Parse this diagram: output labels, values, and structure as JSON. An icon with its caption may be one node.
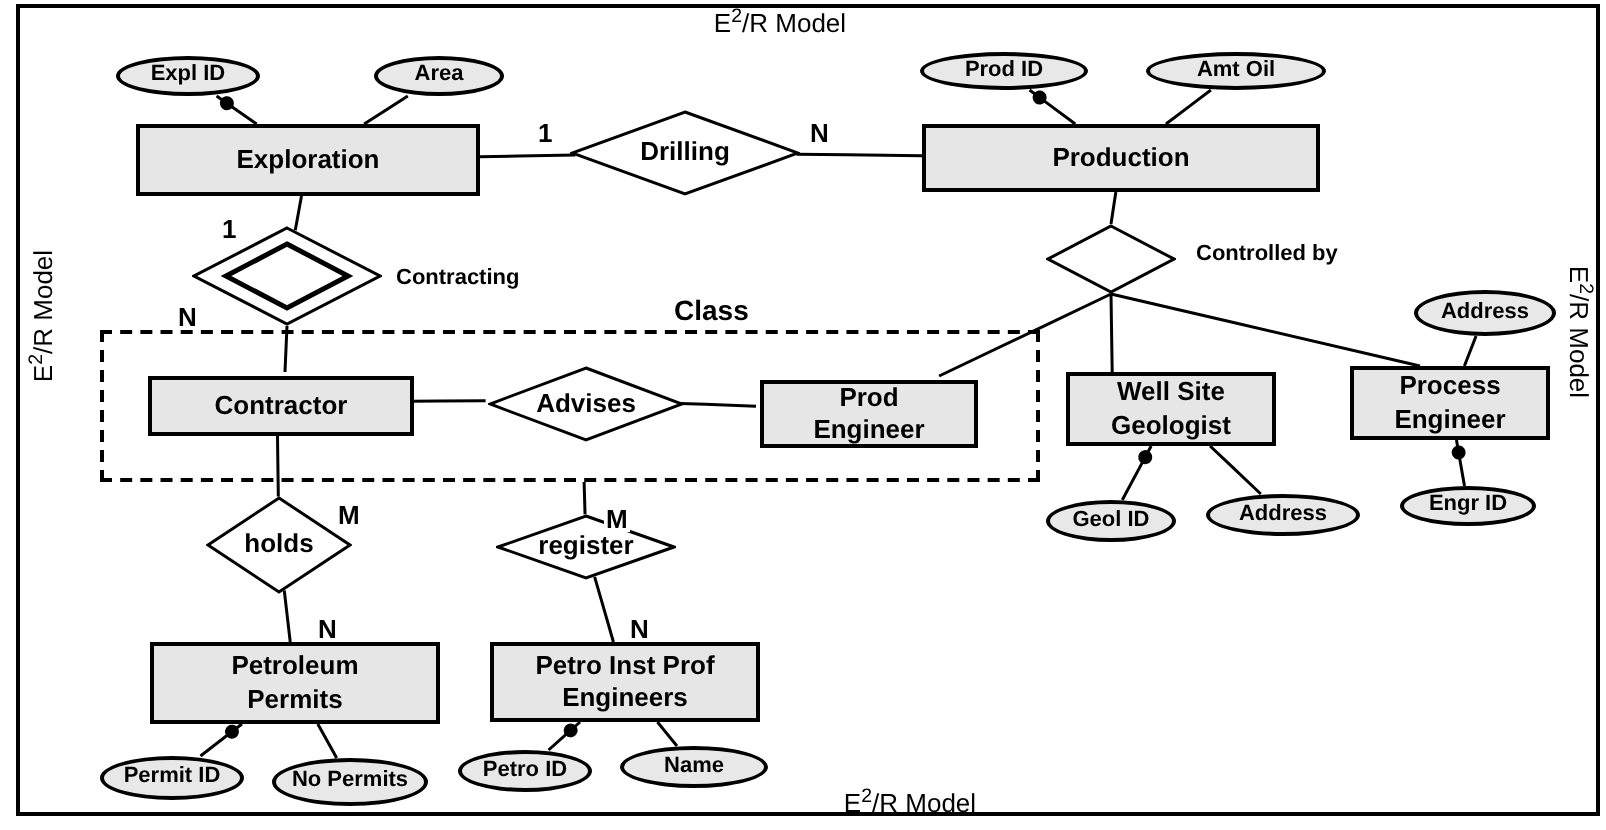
{
  "diagram": {
    "nodes": [
      {
        "text": [
          "Expl ID"
        ]
      },
      {
        "text": [
          "Area"
        ]
      },
      {
        "text": [
          "Prod ID"
        ]
      },
      {
        "text": [
          "Amt Oil"
        ]
      },
      {
        "text": [
          "Exploration"
        ]
      },
      {
        "text": [
          "Drilling"
        ]
      },
      {
        "text": [
          "Production"
        ]
      },
      {
        "text": [],
        "shape": "diamond",
        "beside": [
          "Contracting"
        ]
      },
      {
        "text": [],
        "shape": "diamond",
        "beside": [
          "Controlled by"
        ]
      },
      {
        "text": [
          "Class"
        ]
      },
      {
        "text": [
          "Contractor"
        ],
        "in": 9
      },
      {
        "text": [
          "Advises"
        ],
        "in": 9
      },
      {
        "text": [
          "Prod Engineer"
        ],
        "in": 9
      },
      {
        "text": [
          "Well Site Geologist"
        ]
      },
      {
        "text": [
          "Process Engineer"
        ]
      },
      {
        "text": [
          "Address"
        ]
      },
      {
        "text": [
          "holds"
        ]
      },
      {
        "text": [
          "register"
        ]
      },
      {
        "text": [
          "Petroleum Permits"
        ]
      },
      {
        "text": [
          "Petro Inst Prof Engineers"
        ]
      },
      {
        "text": [
          "Geol ID"
        ]
      },
      {
        "text": [
          "Address"
        ]
      },
      {
        "text": [
          "Engr ID"
        ]
      },
      {
        "text": [
          "Permit ID"
        ]
      },
      {
        "text": [
          "No Permits"
        ]
      },
      {
        "text": [
          "Petro ID"
        ]
      },
      {
        "text": [
          "Name"
        ]
      }
    ],
    "edges": [
      {
        "from": 0,
        "to": 4,
        "arrow": "other"
      },
      {
        "from": 1,
        "to": 4,
        "arrow": "none"
      },
      {
        "from": 2,
        "to": 6,
        "arrow": "other"
      },
      {
        "from": 3,
        "to": 6,
        "arrow": "none"
      },
      {
        "from": 4,
        "to": 5,
        "arrow": "none",
        "label": "1"
      },
      {
        "from": 5,
        "to": 6,
        "arrow": "none",
        "label": "N"
      },
      {
        "from": 4,
        "to": 7,
        "arrow": "none",
        "label": "1"
      },
      {
        "from": 7,
        "to": 10,
        "arrow": "none",
        "label": "N"
      },
      {
        "from": 6,
        "to": 8,
        "arrow": "none"
      },
      {
        "from": 8,
        "to": 12,
        "arrow": "none"
      },
      {
        "from": 8,
        "to": 13,
        "arrow": "none"
      },
      {
        "from": 8,
        "to": 14,
        "arrow": "none"
      },
      {
        "from": 15,
        "to": 14,
        "arrow": "none"
      },
      {
        "from": 10,
        "to": 11,
        "arrow": "none"
      },
      {
        "from": 11,
        "to": 12,
        "arrow": "none"
      },
      {
        "from": 10,
        "to": 16,
        "arrow": "none",
        "label": "M"
      },
      {
        "from": 16,
        "to": 18,
        "arrow": "none",
        "label": "N"
      },
      {
        "from": 9,
        "to": 17,
        "arrow": "none",
        "label": "M"
      },
      {
        "from": 17,
        "to": 19,
        "arrow": "none",
        "label": "N"
      },
      {
        "from": 13,
        "to": 20,
        "arrow": "other"
      },
      {
        "from": 13,
        "to": 21,
        "arrow": "none"
      },
      {
        "from": 14,
        "to": 22,
        "arrow": "other"
      },
      {
        "from": 18,
        "to": 23,
        "arrow": "other"
      },
      {
        "from": 18,
        "to": 24,
        "arrow": "none"
      },
      {
        "from": 19,
        "to": 25,
        "arrow": "other"
      },
      {
        "from": 19,
        "to": 26,
        "arrow": "none"
      }
    ],
    "labels": [
      "E$^{2}$/R Model",
      "E$^{2}$/R Model",
      "E$^{2}$/R Model",
      "E$^{2}$/R Model"
    ]
  }
}
